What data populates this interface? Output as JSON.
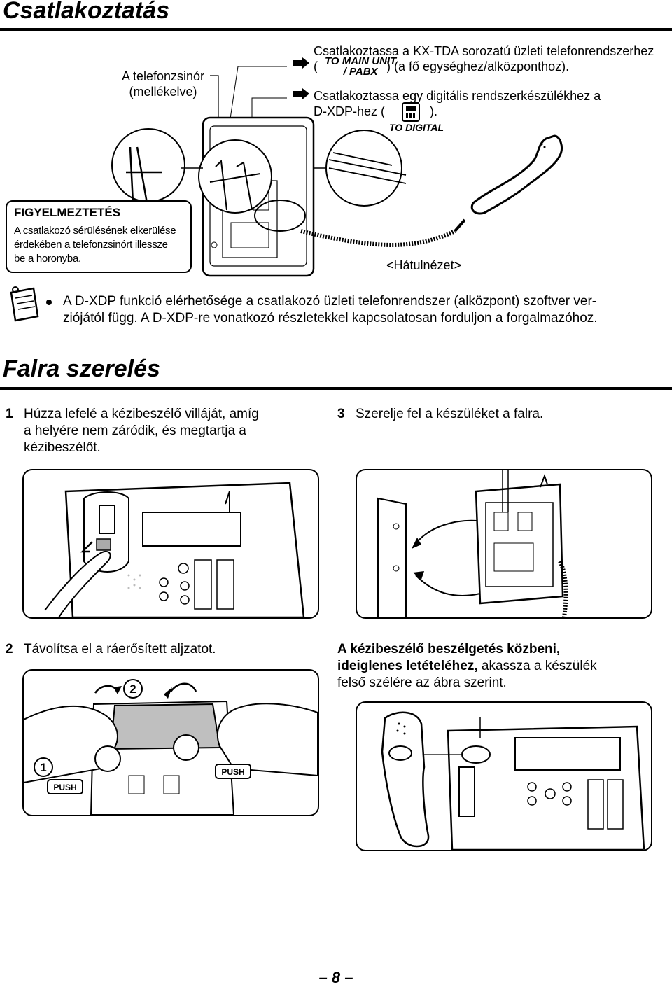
{
  "section1": {
    "title": "Csatlakoztatás",
    "cord_label_line1": "A telefonzsinór",
    "cord_label_line2": "(mellékelve)",
    "connect_pabx_line1": "Csatlakoztassa a KX-TDA sorozatú üzleti telefonrendszerhez",
    "connect_pabx_open": "(",
    "port_main_line1": "TO MAIN UNIT",
    "port_main_line2": "/ PABX",
    "connect_pabx_close": ") (a fő egységhez/alközponthoz).",
    "connect_digital_line1": "Csatlakoztassa egy digitális rendszerkészülékhez a",
    "connect_digital_prefix": "D-XDP-hez (",
    "connect_digital_suffix": ").",
    "port_digital": "TO DIGITAL",
    "warning_title": "FIGYELMEZTETÉS",
    "warning_line1": "A csatlakozó sérülésének elkerülése",
    "warning_line2": "érdekében a telefonzsinórt illessze",
    "warning_line3": "be a horonyba.",
    "rear_view": "<Hátulnézet>",
    "note_line1": "A D-XDP funkció elérhetősége a csatlakozó üzleti telefonrendszer (alközpont) szoftver ver-",
    "note_line2": "ziójától függ. A D-XDP-re vonatkozó részletekkel kapcsolatosan forduljon a forgalmazóhoz."
  },
  "section2": {
    "title": "Falra szerelés",
    "step1_num": "1",
    "step1_line1": "Húzza lefelé a kézibeszélő villáját, amíg",
    "step1_line2": "a helyére nem záródik, és megtartja a",
    "step1_line3": "kézibeszélőt.",
    "step3_num": "3",
    "step3_text": "Szerelje fel a készüléket a falra.",
    "step2_num": "2",
    "step2_text": "Távolítsa el a ráerősített aljzatot.",
    "hang_bold_line1": "A kézibeszélő beszélgetés közbeni,",
    "hang_bold_line2": "ideiglenes letételéhez,",
    "hang_rest_line2": " akassza a készülék",
    "hang_line3": "felső szélére az ábra szerint.",
    "push_left": "PUSH",
    "push_right": "PUSH",
    "marker_1": "1",
    "marker_2": "2"
  },
  "footer": {
    "page_number": "– 8 –"
  }
}
